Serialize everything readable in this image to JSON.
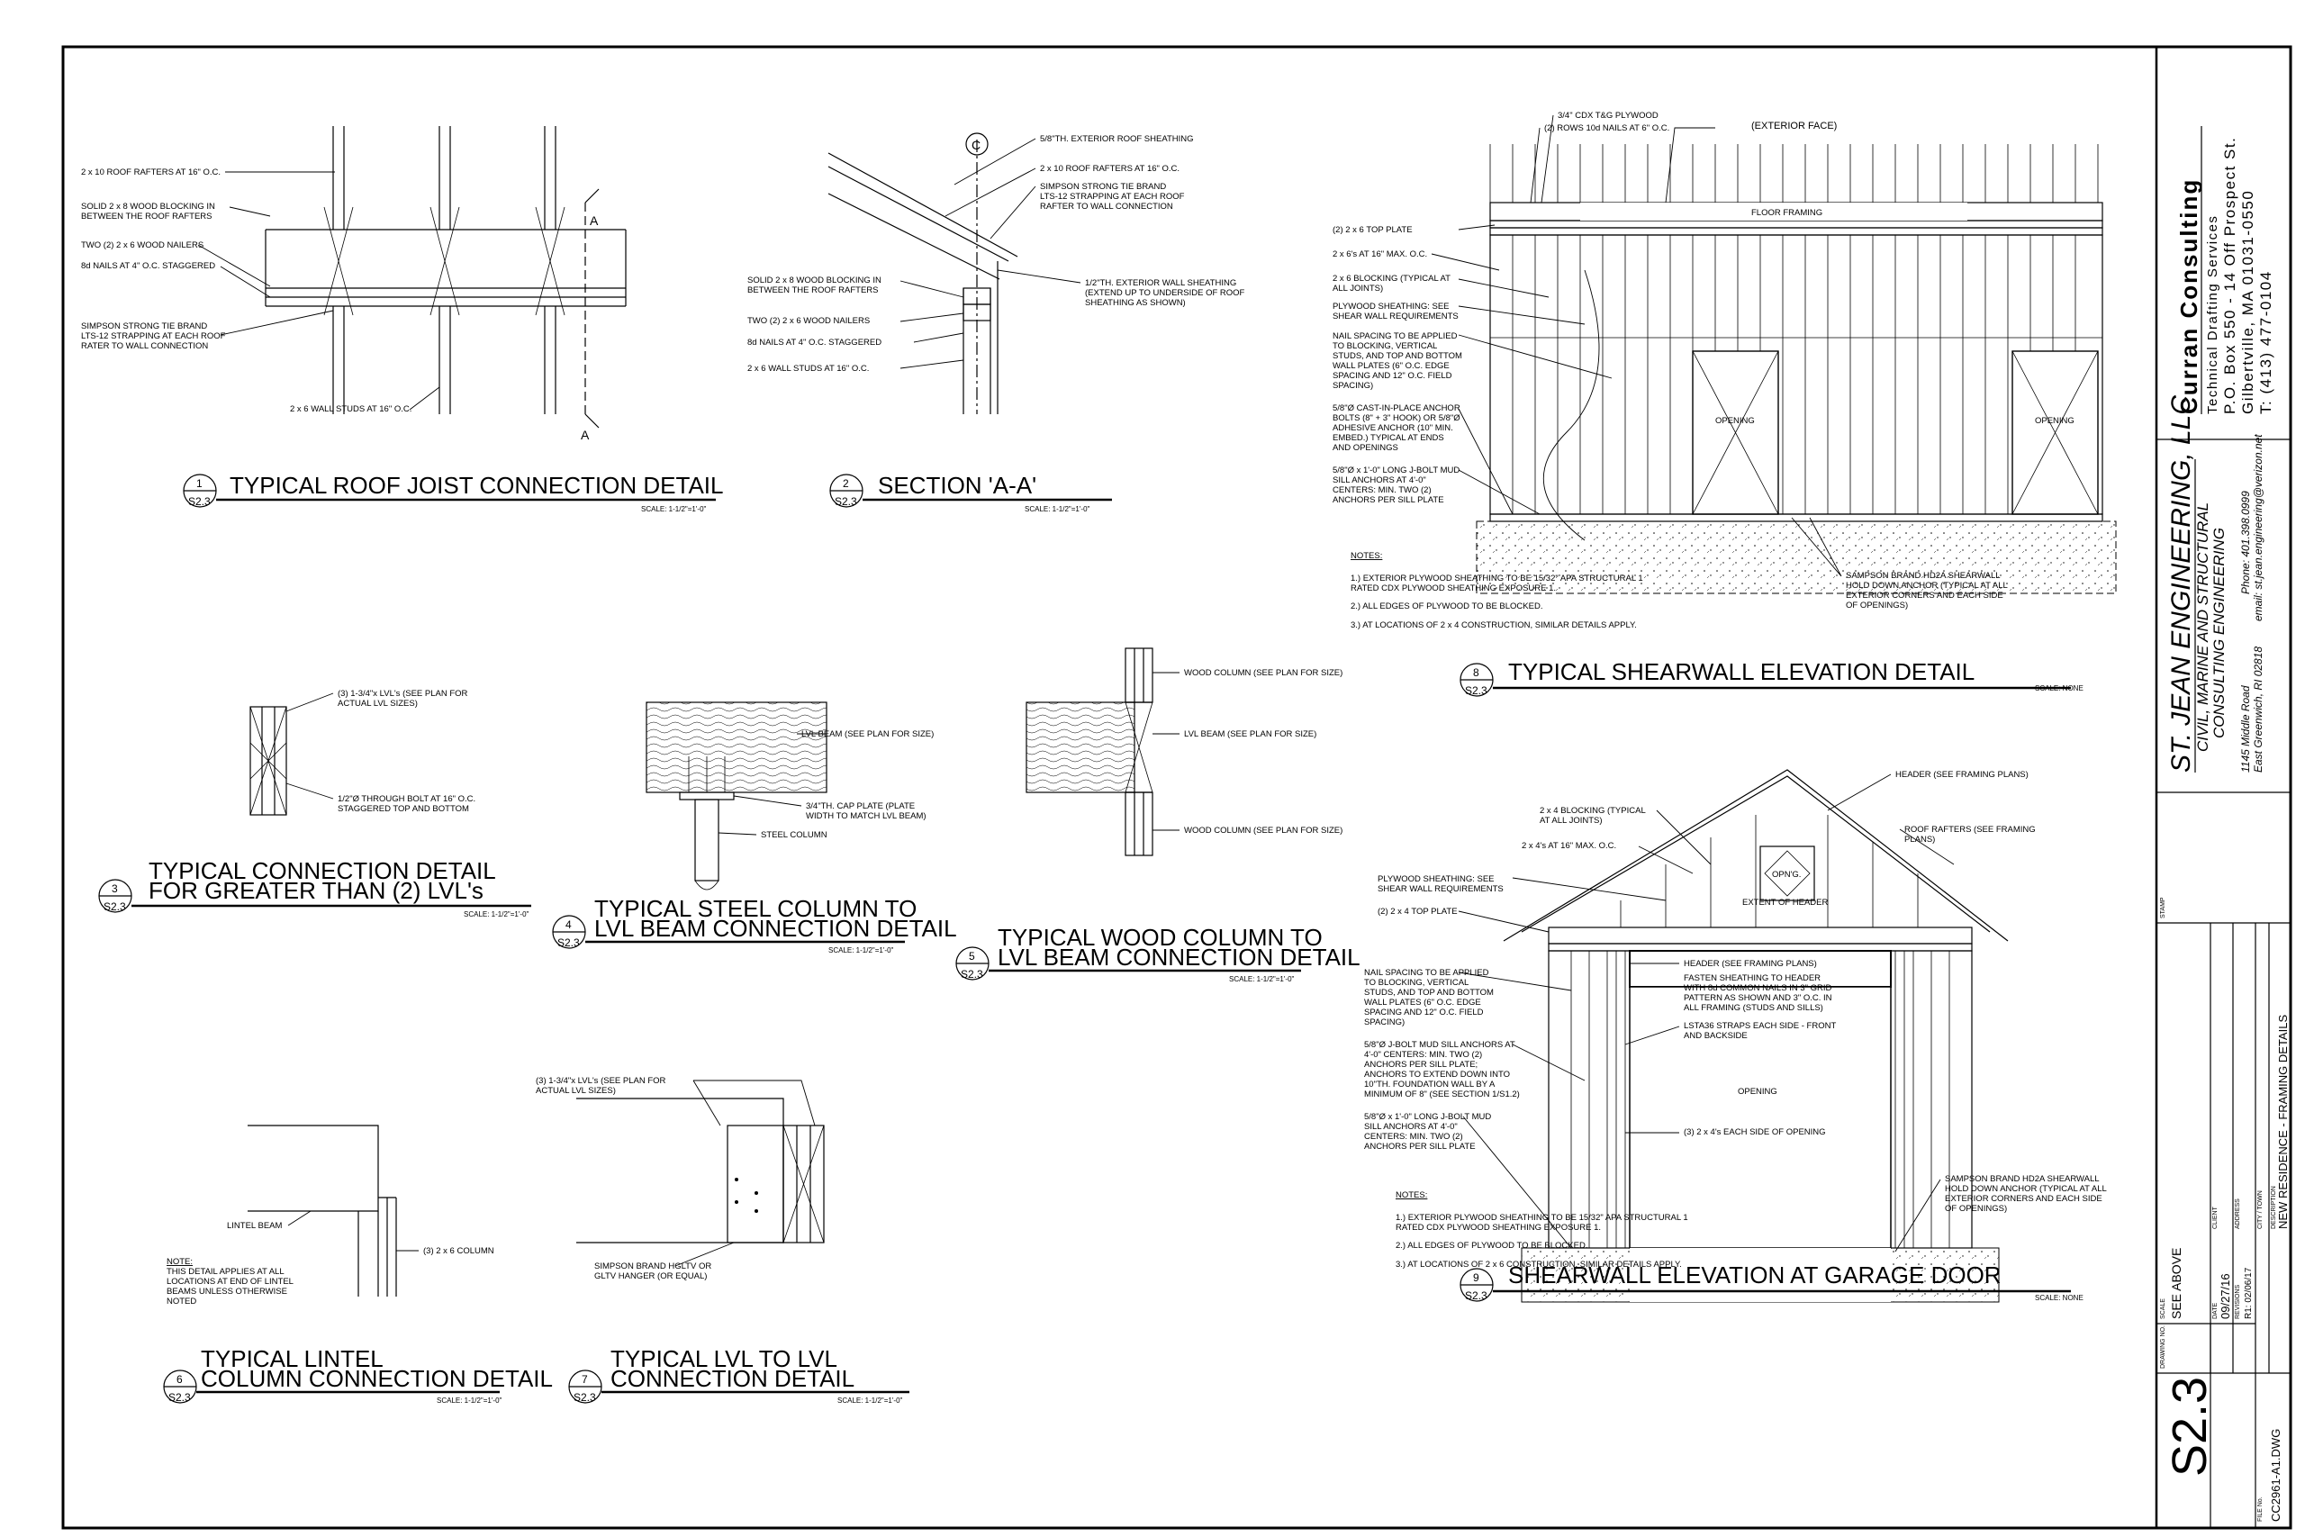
{
  "firm": {
    "name": "Curran Consulting",
    "service": "Technical Drafting Services",
    "address": "P.O. Box 550 - 14 Off Prospect St.",
    "city": "Gilbertville, MA 01031-0550",
    "phone": "T: (413) 477-0104"
  },
  "engineer": {
    "name": "ST. JEAN ENGINEERING, LLC",
    "tagline1": "CIVIL, MARINE AND STRUCTURAL",
    "tagline2": "CONSULTING ENGINEERING",
    "addr1": "1145 Middle Road",
    "addr2": "East Greenwich, RI 02818",
    "phone": "Phone: 401.398.0999",
    "email": "email: st.jean.engineering@verizon.net"
  },
  "titleblock": {
    "stamp_label": "STAMP",
    "client_label": "CLIENT",
    "address_label": "ADDRESS",
    "city_label": "CITY / TOWN",
    "desc_label": "DESCRIPTION",
    "description": "NEW RESIDENCE - FRAMING DETAILS",
    "scale_label": "SCALE",
    "scale": "SEE ABOVE",
    "date_label": "DATE",
    "date": "09/27/16",
    "revisions_label": "REVISIONS",
    "revision": "R1: 02/06/17",
    "drawing_label": "DRAWING NO.",
    "drawing": "S2.3",
    "file_label": "FILE No.",
    "file": "CC2961-A1.DWG"
  },
  "details": {
    "d1": {
      "num": "1",
      "sheet": "S2.3",
      "title": "TYPICAL ROOF JOIST CONNECTION DETAIL",
      "scale": "SCALE: 1-1/2\"=1'-0\"",
      "n1": "2 x 10 ROOF RAFTERS AT 16\" O.C.",
      "n2": "SOLID 2 x 8 WOOD BLOCKING IN",
      "n2b": "BETWEEN THE ROOF RAFTERS",
      "n3": "TWO (2) 2 x 6 WOOD NAILERS",
      "n4": "8d NAILS AT 4\" O.C. STAGGERED",
      "n5": "SIMPSON STRONG TIE BRAND",
      "n5b": "LTS-12 STRAPPING AT EACH ROOF",
      "n5c": "RATER TO WALL CONNECTION",
      "n6": "2 x 6 WALL STUDS AT 16\" O.C.",
      "cut": "A"
    },
    "d2": {
      "num": "2",
      "sheet": "S2.3",
      "title": "SECTION 'A-A'",
      "scale": "SCALE: 1-1/2\"=1'-0\"",
      "cl": "C",
      "n1": "5/8\"TH. EXTERIOR ROOF SHEATHING",
      "n2": "2 x 10 ROOF RAFTERS AT 16\" O.C.",
      "n3": "SIMPSON STRONG TIE BRAND",
      "n3b": "LTS-12 STRAPPING AT EACH ROOF",
      "n3c": "RAFTER TO WALL CONNECTION",
      "n4": "SOLID 2 x 8 WOOD BLOCKING IN",
      "n4b": "BETWEEN THE ROOF RAFTERS",
      "n5": "TWO (2) 2 x 6 WOOD NAILERS",
      "n6": "8d NAILS AT 4\" O.C. STAGGERED",
      "n7": "2 x 6 WALL STUDS AT 16\" O.C.",
      "n8": "1/2\"TH. EXTERIOR WALL SHEATHING",
      "n8b": "(EXTEND UP TO UNDERSIDE OF ROOF",
      "n8c": "SHEATHING AS SHOWN)"
    },
    "d3": {
      "num": "3",
      "sheet": "S2.3",
      "title1": "TYPICAL CONNECTION DETAIL",
      "title2": "FOR GREATER THAN (2) LVL's",
      "scale": "SCALE: 1-1/2\"=1'-0\"",
      "n1": "(3) 1-3/4\"x LVL's (SEE PLAN FOR",
      "n1b": "ACTUAL LVL SIZES)",
      "n2": "1/2\"Ø THROUGH BOLT AT 16\" O.C.",
      "n2b": "STAGGERED TOP AND BOTTOM"
    },
    "d4": {
      "num": "4",
      "sheet": "S2.3",
      "title1": "TYPICAL STEEL COLUMN TO",
      "title2": "LVL BEAM CONNECTION DETAIL",
      "scale": "SCALE: 1-1/2\"=1'-0\"",
      "n1": "LVL BEAM (SEE PLAN FOR SIZE)",
      "n2": "3/4\"TH. CAP PLATE (PLATE",
      "n2b": "WIDTH TO MATCH LVL BEAM)",
      "n3": "STEEL COLUMN"
    },
    "d5": {
      "num": "5",
      "sheet": "S2.3",
      "title1": "TYPICAL WOOD COLUMN TO",
      "title2": "LVL BEAM CONNECTION DETAIL",
      "scale": "SCALE: 1-1/2\"=1'-0\"",
      "n1": "WOOD COLUMN (SEE PLAN FOR SIZE)",
      "n2": "LVL BEAM (SEE PLAN FOR SIZE)",
      "n3": "WOOD COLUMN (SEE PLAN FOR SIZE)"
    },
    "d6": {
      "num": "6",
      "sheet": "S2.3",
      "title1": "TYPICAL LINTEL",
      "title2": "COLUMN CONNECTION DETAIL",
      "scale": "SCALE: 1-1/2\"=1'-0\"",
      "n1": "LINTEL BEAM",
      "n2": "(3) 2 x 6 COLUMN",
      "note_h": "NOTE:",
      "note1": "THIS DETAIL APPLIES AT ALL",
      "note2": "LOCATIONS AT END OF LINTEL",
      "note3": "BEAMS UNLESS OTHERWISE",
      "note4": "NOTED"
    },
    "d7": {
      "num": "7",
      "sheet": "S2.3",
      "title1": "TYPICAL LVL TO LVL",
      "title2": "CONNECTION DETAIL",
      "scale": "SCALE: 1-1/2\"=1'-0\"",
      "n1": "(3) 1-3/4\"x LVL's (SEE PLAN FOR",
      "n1b": "ACTUAL LVL SIZES)",
      "n2": "SIMPSON BRAND HGLTV OR",
      "n2b": "GLTV HANGER (OR EQUAL)"
    },
    "d8": {
      "num": "8",
      "sheet": "S2.3",
      "title": "TYPICAL SHEARWALL ELEVATION DETAIL",
      "scale": "SCALE: NONE",
      "t1": "3/4\" CDX T&G PLYWOOD",
      "t1b": "(2) ROWS 10d NAILS AT 6\" O.C.",
      "face": "(EXTERIOR FACE)",
      "floor": "FLOOR FRAMING",
      "n1": "(2) 2 x 6 TOP PLATE",
      "n2": "2 x 6's AT 16\" MAX. O.C.",
      "n3": "2 x 6 BLOCKING (TYPICAL AT",
      "n3b": "ALL JOINTS)",
      "n4": "PLYWOOD SHEATHING: SEE",
      "n4b": "SHEAR WALL REQUIREMENTS",
      "n5": "NAIL SPACING TO BE APPLIED",
      "n5b": "TO BLOCKING, VERTICAL",
      "n5c": "STUDS, AND TOP AND BOTTOM",
      "n5d": "WALL PLATES (6\" O.C. EDGE",
      "n5e": "SPACING AND 12\" O.C. FIELD",
      "n5f": "SPACING)",
      "n6": "5/8\"Ø CAST-IN-PLACE ANCHOR",
      "n6b": "BOLTS (8\" + 3\" HOOK) OR 5/8\"Ø",
      "n6c": "ADHESIVE ANCHOR (10\" MIN.",
      "n6d": "EMBED.) TYPICAL AT ENDS",
      "n6e": "AND OPENINGS",
      "n7": "5/8\"Ø x 1'-0\" LONG J-BOLT MUD",
      "n7b": "SILL ANCHORS AT 4'-0\"",
      "n7c": "CENTERS: MIN. TWO (2)",
      "n7d": "ANCHORS PER SILL PLATE",
      "opening": "OPENING",
      "notes_h": "NOTES:",
      "note1": "1.) EXTERIOR PLYWOOD SHEATHING TO BE 15/32\" APA STRUCTURAL 1",
      "note1b": "RATED CDX PLYWOOD SHEATHING EXPOSURE 1.",
      "note2": "2.) ALL EDGES OF PLYWOOD TO BE BLOCKED.",
      "note3": "3.) AT LOCATIONS OF 2 x 4 CONSTRUCTION, SIMILAR DETAILS APPLY.",
      "hd": "SAMPSON BRAND HD2A SHEARWALL",
      "hdb": "HOLD DOWN ANCHOR (TYPICAL AT ALL",
      "hdc": "EXTERIOR CORNERS AND EACH SIDE",
      "hdd": "OF OPENINGS)"
    },
    "d9": {
      "num": "9",
      "sheet": "S2.3",
      "title": "SHEARWALL ELEVATION AT GARAGE DOOR",
      "scale": "SCALE: NONE",
      "n1": "2 x 4 BLOCKING (TYPICAL",
      "n1b": "AT ALL JOINTS)",
      "n2": "2 x 4's AT 16\" MAX. O.C.",
      "n3": "PLYWOOD SHEATHING: SEE",
      "n3b": "SHEAR WALL REQUIREMENTS",
      "n4": "(2) 2 x 4 TOP PLATE",
      "n5": "NAIL SPACING TO BE APPLIED",
      "n5b": "TO BLOCKING, VERTICAL",
      "n5c": "STUDS, AND TOP AND BOTTOM",
      "n5d": "WALL PLATES (6\" O.C. EDGE",
      "n5e": "SPACING AND 12\" O.C. FIELD",
      "n5f": "SPACING)",
      "n6": "5/8\"Ø J-BOLT MUD SILL ANCHORS AT",
      "n6b": "4'-0\" CENTERS: MIN. TWO (2)",
      "n6c": "ANCHORS PER SILL PLATE;",
      "n6d": "ANCHORS TO EXTEND DOWN INTO",
      "n6e": "10\"TH. FOUNDATION WALL BY A",
      "n6f": "MINIMUM OF 8\" (SEE SECTION 1/S1.2)",
      "n7": "5/8\"Ø x 1'-0\" LONG J-BOLT MUD",
      "n7b": "SILL ANCHORS AT 4'-0\"",
      "n7c": "CENTERS: MIN. TWO (2)",
      "n7d": "ANCHORS PER SILL PLATE",
      "r1": "HEADER (SEE FRAMING PLANS)",
      "r2": "ROOF RAFTERS (SEE FRAMING",
      "r2b": "PLANS)",
      "opng": "OPN'G.",
      "extent": "EXTENT OF HEADER",
      "r3": "HEADER (SEE FRAMING PLANS)",
      "r4": "FASTEN SHEATHING TO HEADER",
      "r4b": "WITH 8d COMMON NAILS IN 3\" GRID",
      "r4c": "PATTERN AS SHOWN AND 3\" O.C. IN",
      "r4d": "ALL FRAMING (STUDS AND SILLS)",
      "r5": "LSTA36 STRAPS EACH SIDE - FRONT",
      "r5b": "AND BACKSIDE",
      "opening": "OPENING",
      "r6": "(3) 2 x 4's EACH SIDE OF OPENING",
      "notes_h": "NOTES:",
      "note1": "1.) EXTERIOR PLYWOOD SHEATHING TO BE 15/32\" APA STRUCTURAL 1",
      "note1b": "RATED CDX PLYWOOD SHEATHING EXPOSURE 1.",
      "note2": "2.) ALL EDGES OF PLYWOOD TO BE BLOCKED.",
      "note3": "3.) AT LOCATIONS OF 2 x 6 CONSTRUCTION, SIMILAR DETAILS APPLY.",
      "hd": "SAMPSON BRAND HD2A SHEARWALL",
      "hdb": "HOLD DOWN ANCHOR (TYPICAL AT ALL",
      "hdc": "EXTERIOR CORNERS AND EACH SIDE",
      "hdd": "OF OPENINGS)"
    }
  }
}
